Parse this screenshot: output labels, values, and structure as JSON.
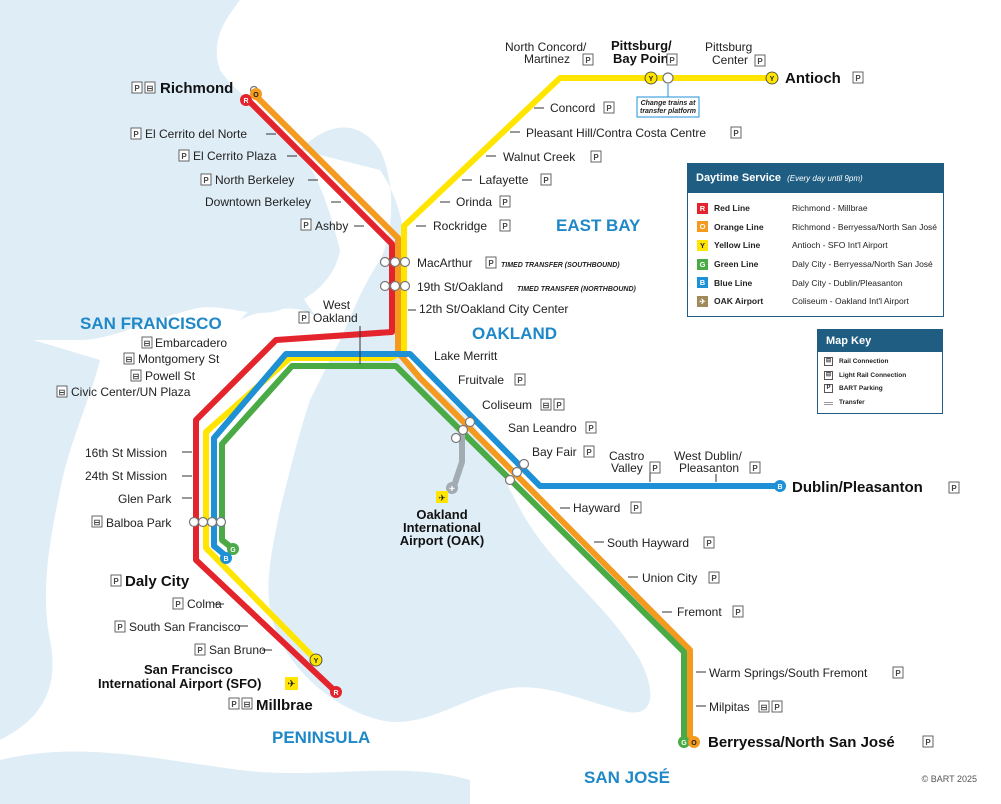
{
  "colors": {
    "water": "#dfedf6",
    "land": "#ffffff",
    "red": "#e4242c",
    "orange": "#f39a1f",
    "yellow": "#ffe500",
    "green": "#4aaa46",
    "blue": "#1e90d6",
    "gray": "#a2aab2",
    "panel": "#1f5e82",
    "region": "#1e88c8"
  },
  "regions": {
    "san_francisco": "SAN FRANCISCO",
    "east_bay": "EAST BAY",
    "oakland": "OAKLAND",
    "peninsula": "PENINSULA",
    "san_jose": "SAN JOSÉ"
  },
  "stations": {
    "richmond": "Richmond",
    "el_cerrito_del_norte": "El Cerrito del Norte",
    "el_cerrito_plaza": "El Cerrito Plaza",
    "north_berkeley": "North Berkeley",
    "downtown_berkeley": "Downtown Berkeley",
    "ashby": "Ashby",
    "north_concord_1": "North Concord/",
    "north_concord_2": "Martinez",
    "pittsburg_bay_point_1": "Pittsburg/",
    "pittsburg_bay_point_2": "Bay Point",
    "pittsburg_center_1": "Pittsburg",
    "pittsburg_center_2": "Center",
    "antioch": "Antioch",
    "concord": "Concord",
    "pleasant_hill": "Pleasant Hill/Contra Costa Centre",
    "walnut_creek": "Walnut Creek",
    "lafayette": "Lafayette",
    "orinda": "Orinda",
    "rockridge": "Rockridge",
    "macarthur": "MacArthur",
    "st19": "19th St/Oakland",
    "st12": "12th St/Oakland City Center",
    "west_oakland_1": "West",
    "west_oakland_2": "Oakland",
    "embarcadero": "Embarcadero",
    "montgomery": "Montgomery St",
    "powell": "Powell St",
    "civic_center": "Civic Center/UN Plaza",
    "st16": "16th St Mission",
    "st24": "24th St Mission",
    "glen_park": "Glen Park",
    "balboa_park": "Balboa Park",
    "daly_city": "Daly City",
    "colma": "Colma",
    "south_sf": "South San Francisco",
    "san_bruno": "San Bruno",
    "sfo_1": "San Francisco",
    "sfo_2": "International Airport (SFO)",
    "millbrae": "Millbrae",
    "lake_merritt": "Lake Merritt",
    "fruitvale": "Fruitvale",
    "coliseum": "Coliseum",
    "san_leandro": "San Leandro",
    "bay_fair": "Bay Fair",
    "castro_valley_1": "Castro",
    "castro_valley_2": "Valley",
    "west_dublin_1": "West Dublin/",
    "west_dublin_2": "Pleasanton",
    "dublin": "Dublin/Pleasanton",
    "hayward": "Hayward",
    "south_hayward": "South Hayward",
    "union_city": "Union City",
    "fremont": "Fremont",
    "warm_springs": "Warm Springs/South Fremont",
    "milpitas": "Milpitas",
    "berryessa": "Berryessa/North San José",
    "oak_1": "Oakland",
    "oak_2": "International",
    "oak_3": "Airport (OAK)"
  },
  "notes": {
    "macarthur": "TIMED TRANSFER (SOUTHBOUND)",
    "st19": "TIMED TRANSFER (NORTHBOUND)",
    "change_1": "Change trains at",
    "change_2": "transfer platform"
  },
  "icons": {
    "parking": "P",
    "rail": "rail-connection-icon",
    "light_rail": "light-rail-icon",
    "airport": "airplane-icon"
  },
  "service": {
    "title": "Daytime Service",
    "subtitle": "(Every day until 9pm)",
    "lines": [
      {
        "letter": "R",
        "name": "Red Line",
        "route": "Richmond - Millbrae",
        "color": "#e4242c"
      },
      {
        "letter": "O",
        "name": "Orange Line",
        "route": "Richmond - Berryessa/North San José",
        "color": "#f39a1f"
      },
      {
        "letter": "Y",
        "name": "Yellow Line",
        "route": "Antioch - SFO Int'l Airport",
        "color": "#ffe500"
      },
      {
        "letter": "G",
        "name": "Green Line",
        "route": "Daly City - Berryessa/North San José",
        "color": "#4aaa46"
      },
      {
        "letter": "B",
        "name": "Blue Line",
        "route": "Daly City - Dublin/Pleasanton",
        "color": "#1e90d6"
      },
      {
        "letter": "✈",
        "name": "OAK Airport",
        "route": "Coliseum - Oakland Int'l Airport",
        "color": "#a08a5a"
      }
    ]
  },
  "map_key": {
    "title": "Map Key",
    "items": [
      {
        "icon": "rail-connection-icon",
        "label": "Rail Connection"
      },
      {
        "icon": "light-rail-icon",
        "label": "Light Rail Connection"
      },
      {
        "icon": "parking-icon",
        "label": "BART Parking"
      },
      {
        "icon": "transfer-icon",
        "label": "Transfer"
      }
    ]
  },
  "copyright": "© BART 2025"
}
